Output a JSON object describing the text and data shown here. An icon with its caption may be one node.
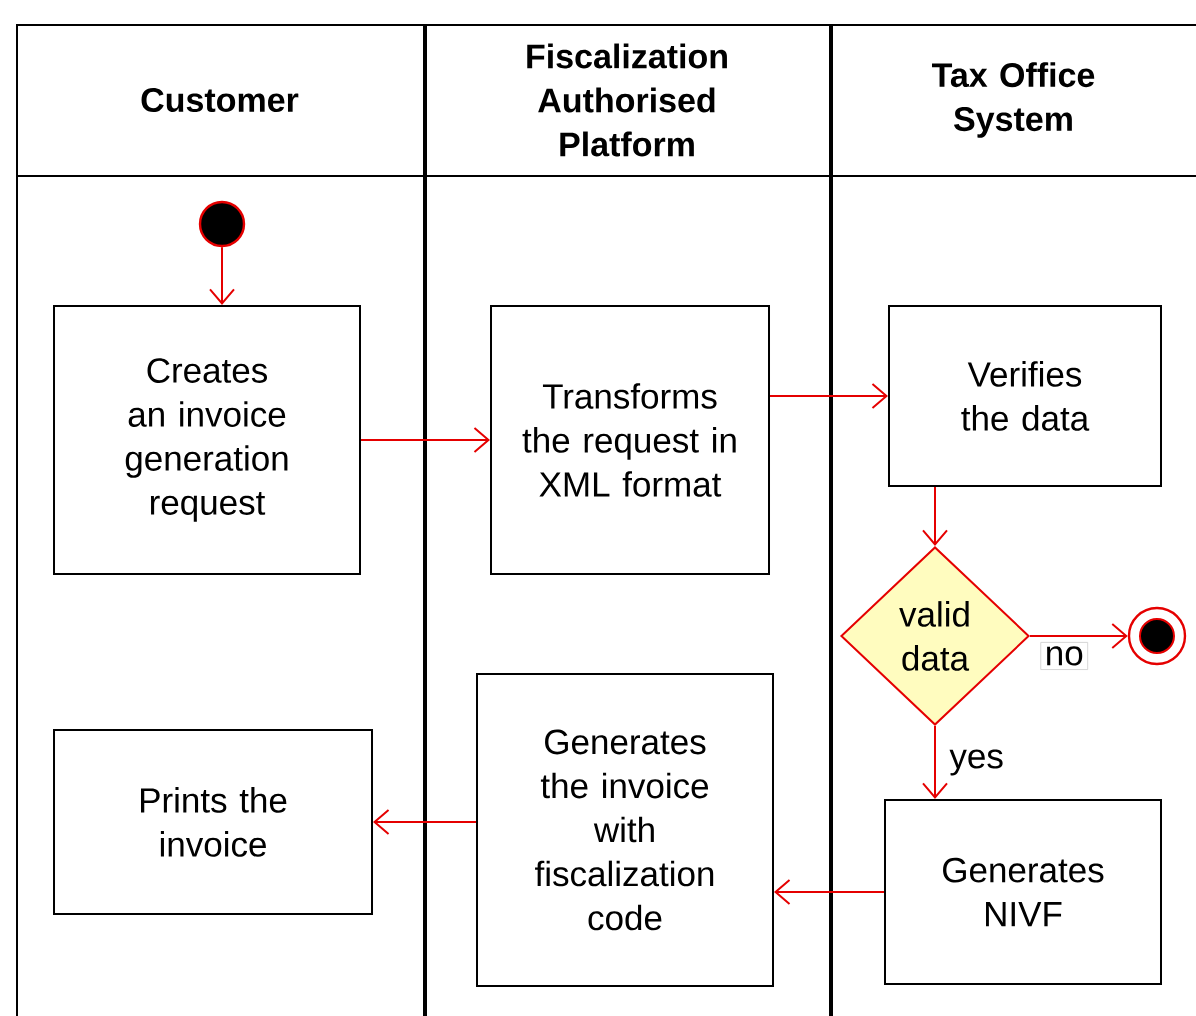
{
  "diagram": {
    "nodes": [
      {
        "text": [
          "Customer"
        ]
      },
      {
        "text": [
          "Fiscalization Authorised Platform"
        ]
      },
      {
        "text": [
          "Tax Office System"
        ]
      },
      {
        "text": [],
        "shape": "circle",
        "in": 0
      },
      {
        "text": [
          "Creates an invoice generation request"
        ],
        "in": 0
      },
      {
        "text": [
          "Transforms the request in XML format"
        ],
        "in": 1
      },
      {
        "text": [
          "Verifies the data"
        ],
        "in": 2
      },
      {
        "text": [
          "valid data"
        ],
        "in": 2
      },
      {
        "text": [],
        "shape": "circle",
        "in": 2
      },
      {
        "text": [
          "Generates NIVF"
        ],
        "in": 2
      },
      {
        "text": [
          "Generates the invoice with fiscalization code"
        ],
        "in": 1
      },
      {
        "text": [
          "Prints the invoice"
        ],
        "in": 0
      }
    ],
    "edges": [
      {
        "from": 3,
        "to": 4,
        "arrow": "to"
      },
      {
        "from": 4,
        "to": 5,
        "arrow": "to"
      },
      {
        "from": 5,
        "to": 6,
        "arrow": "to"
      },
      {
        "from": 6,
        "to": 7,
        "arrow": "to"
      },
      {
        "from": 7,
        "to": 8,
        "arrow": "to",
        "label": "no"
      },
      {
        "from": 7,
        "to": 9,
        "arrow": "to",
        "label": "yes"
      },
      {
        "from": 9,
        "to": 10,
        "arrow": "to"
      },
      {
        "from": 10,
        "to": 11,
        "arrow": "to"
      }
    ]
  }
}
